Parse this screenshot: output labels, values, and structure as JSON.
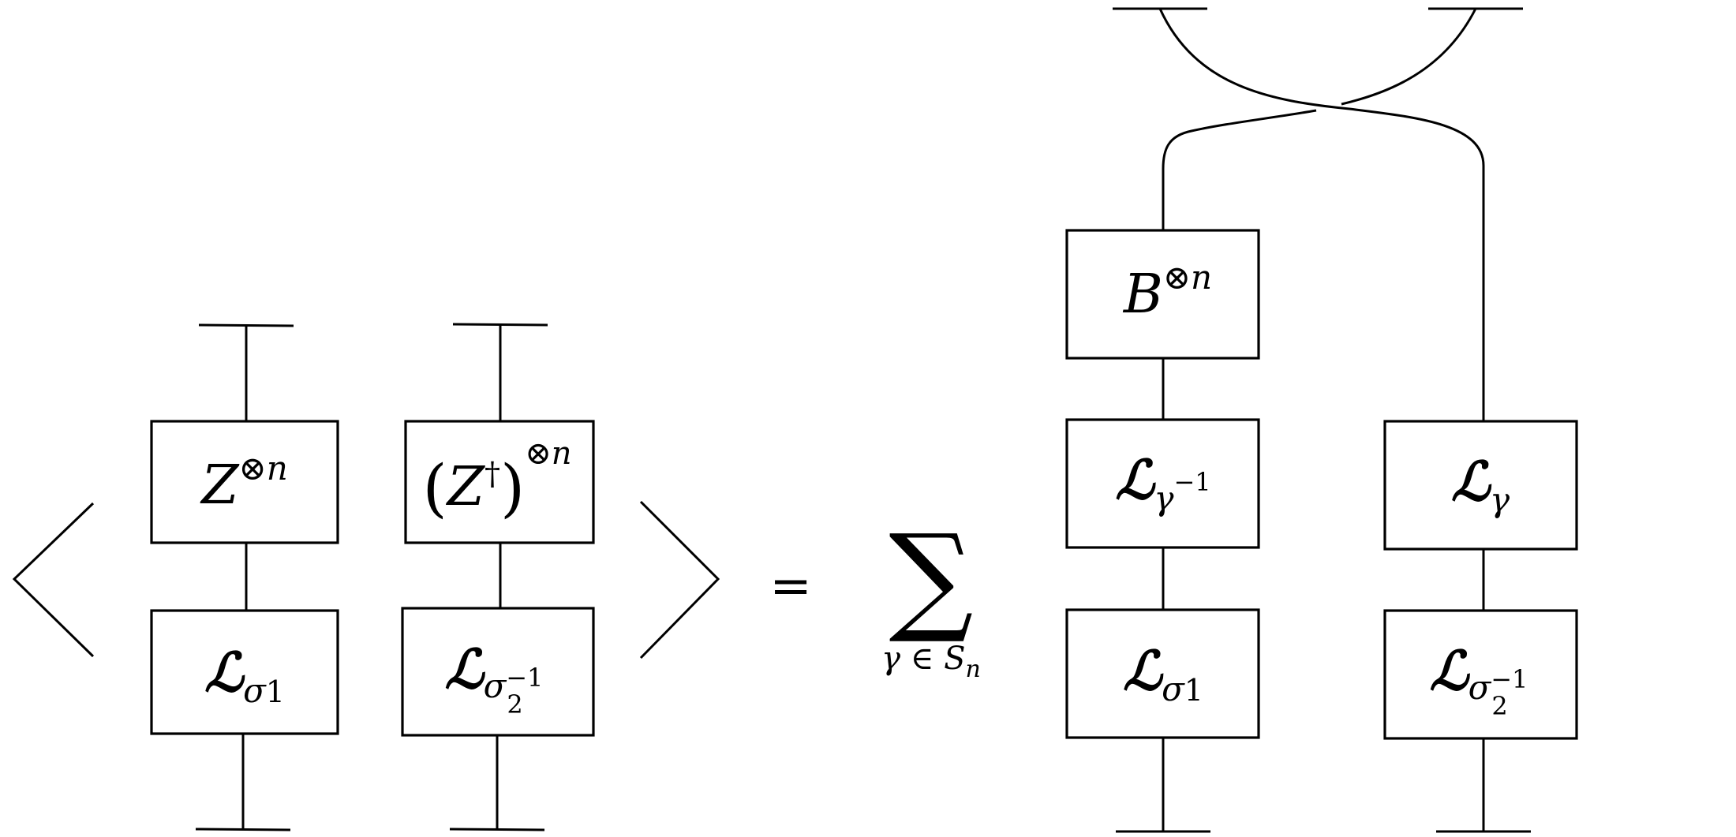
{
  "lhs": {
    "box_z": {
      "base": "Z",
      "sup": "⊗n"
    },
    "box_zdag": {
      "open": "(",
      "base": "Z",
      "dag": "†",
      "close": ")",
      "sup": "⊗n"
    },
    "box_l_sigma1": {
      "script": "ℒ",
      "sub": "σ",
      "subsub": "1"
    },
    "box_l_sigma2inv": {
      "script": "ℒ",
      "sub": "σ",
      "subsub": "2",
      "supsub": "−1"
    }
  },
  "equals": "=",
  "sum": {
    "symbol": "∑",
    "index": "γ ∈ S",
    "index_sub": "n"
  },
  "rhs": {
    "box_b": {
      "base": "B",
      "sup": "⊗n"
    },
    "box_l_gammainv": {
      "script": "ℒ",
      "sub": "γ",
      "supsub": "−1"
    },
    "box_l_gamma": {
      "script": "ℒ",
      "sub": "γ"
    },
    "box_l_sigma1": {
      "script": "ℒ",
      "sub": "σ",
      "subsub": "1"
    },
    "box_l_sigma2inv": {
      "script": "ℒ",
      "sub": "σ",
      "subsub": "2",
      "supsub": "−1"
    }
  }
}
